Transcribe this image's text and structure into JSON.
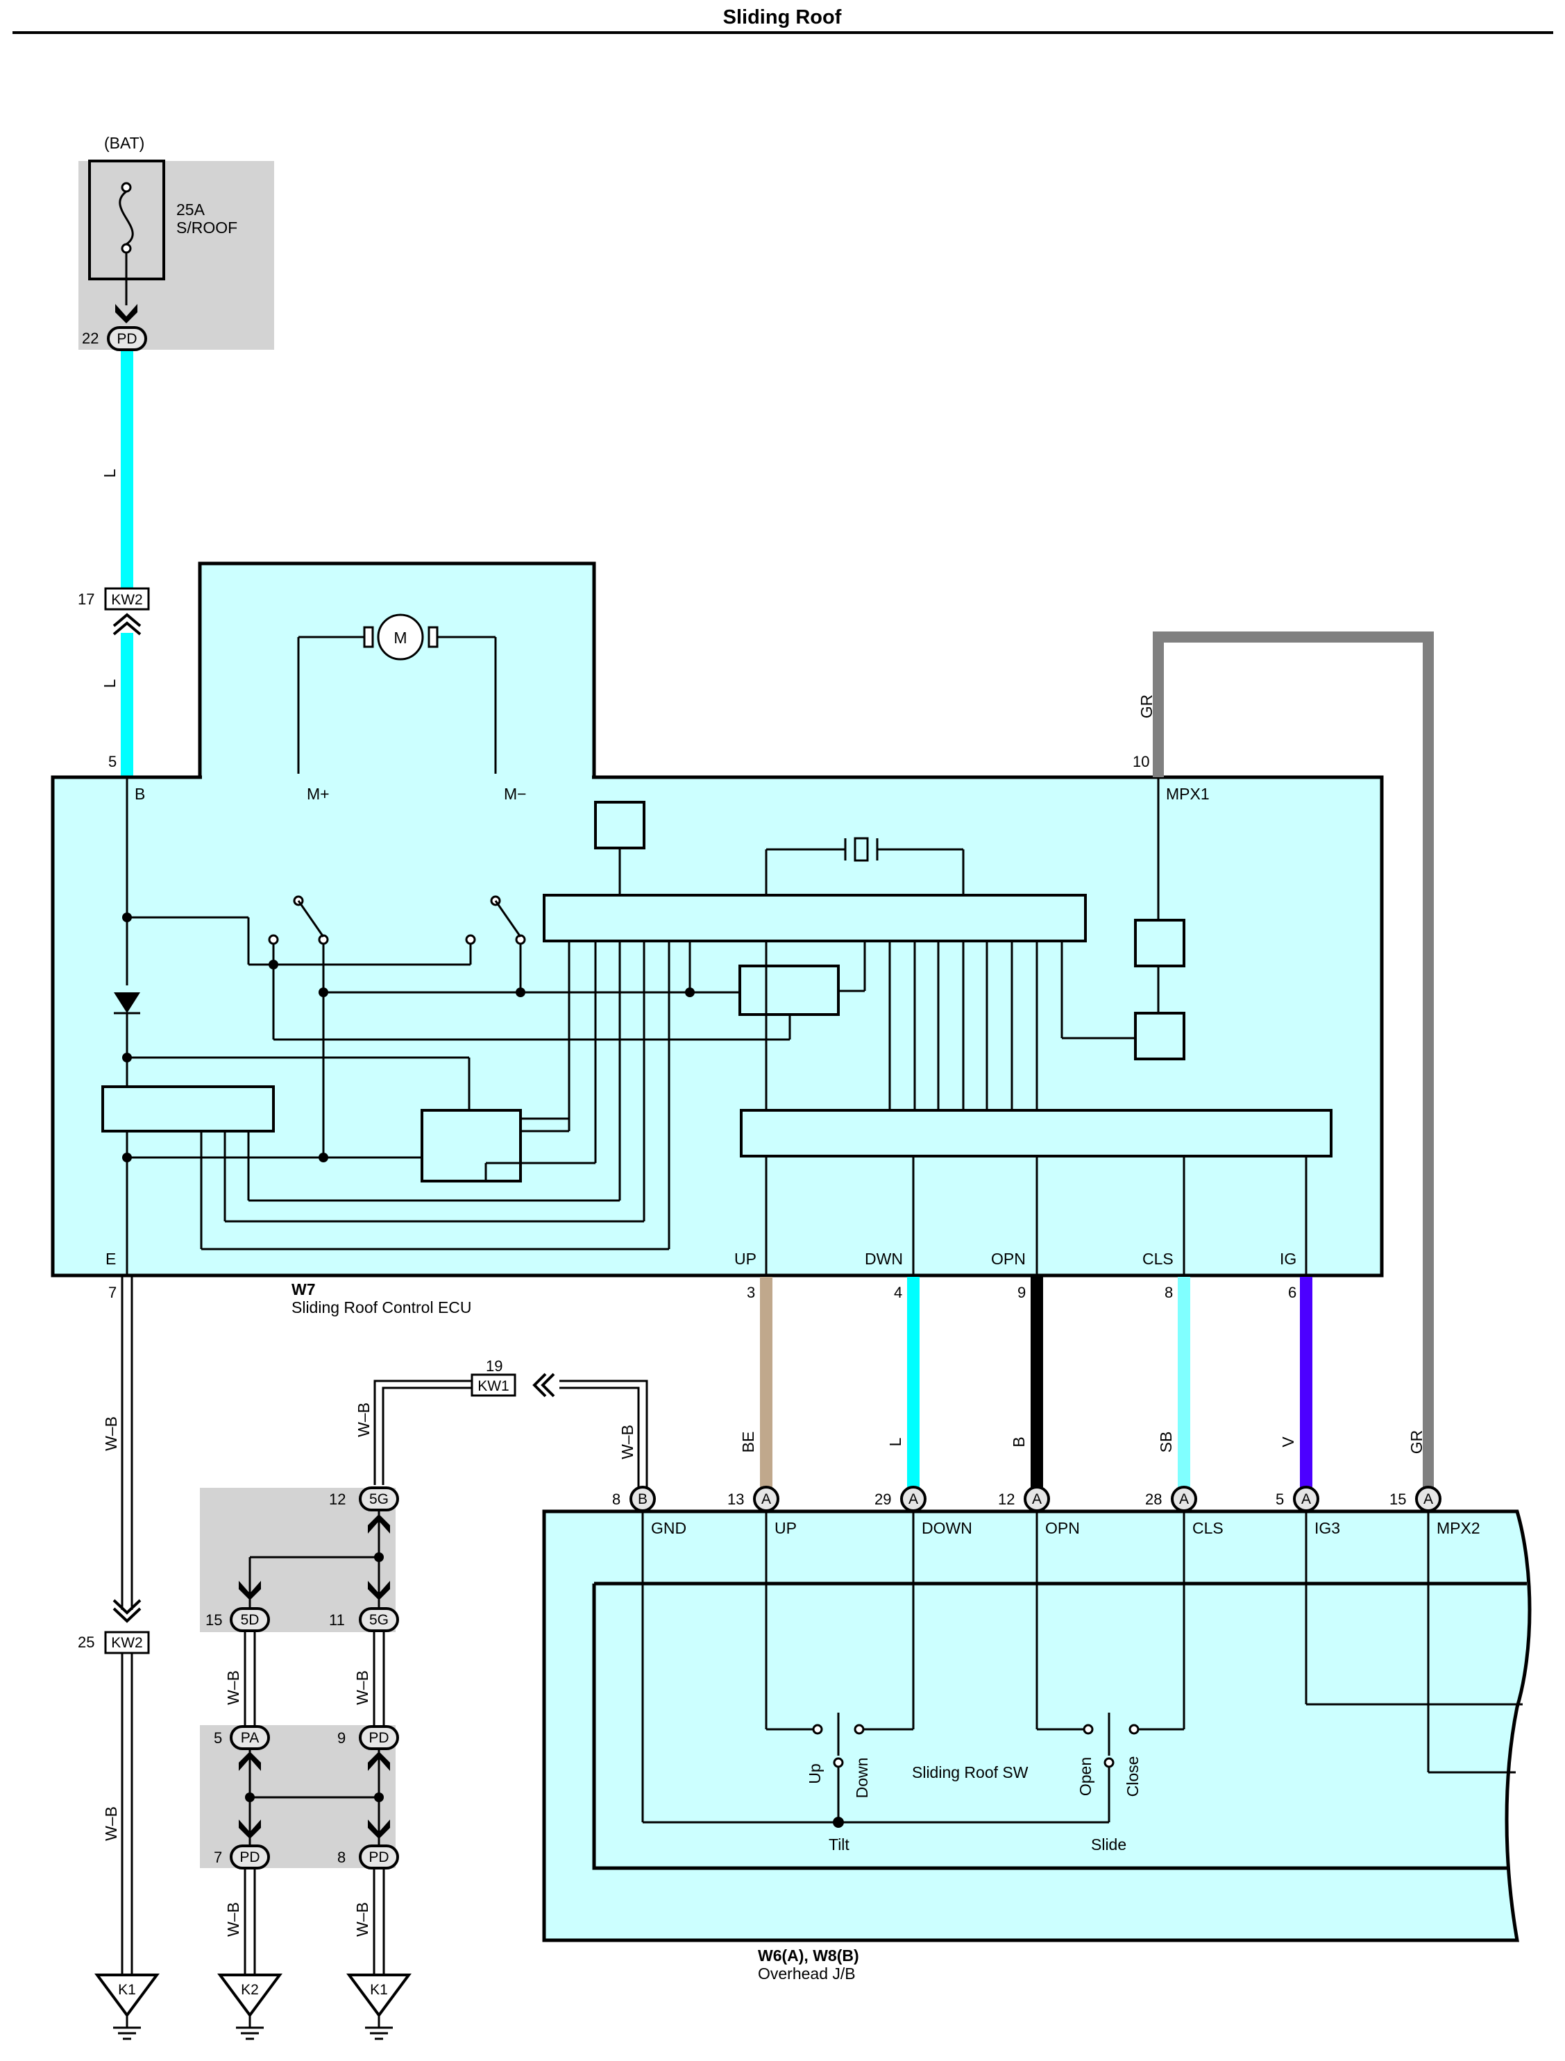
{
  "title": "Sliding Roof",
  "battery": {
    "source": "(BAT)",
    "fuse_rating": "25A",
    "fuse_name": "S/ROOF"
  },
  "ecu": {
    "code": "W7",
    "name": "Sliding Roof Control ECU",
    "motor_symbol": "M",
    "terminals": {
      "b": "B",
      "m_plus": "M+",
      "m_minus": "M−",
      "mpx1": "MPX1",
      "e": "E",
      "up": "UP",
      "dwn": "DWN",
      "opn": "OPN",
      "cls": "CLS",
      "ig": "IG"
    },
    "pins": {
      "b": "5",
      "mpx1": "10",
      "e": "7",
      "up": "3",
      "dwn": "4",
      "opn": "9",
      "cls": "8",
      "ig": "6"
    }
  },
  "jb": {
    "code": "W6(A), W8(B)",
    "name": "Overhead J/B",
    "terminals": {
      "gnd": "GND",
      "up": "UP",
      "down": "DOWN",
      "opn": "OPN",
      "cls": "CLS",
      "ig3": "IG3",
      "mpx2": "MPX2"
    },
    "pins": {
      "gnd": "8",
      "up": "13",
      "down": "29",
      "opn": "12",
      "cls": "28",
      "ig3": "5",
      "mpx2": "15"
    },
    "connector_letters": {
      "gnd": "B",
      "up": "A",
      "down": "A",
      "opn": "A",
      "cls": "A",
      "ig3": "A",
      "mpx2": "A"
    },
    "switch": {
      "name": "Sliding Roof SW",
      "up": "Up",
      "down": "Down",
      "open": "Open",
      "close": "Close",
      "tilt": "Tilt",
      "slide": "Slide"
    }
  },
  "connectors": {
    "pd_top": {
      "label": "PD",
      "pin": "22"
    },
    "kw2_top": {
      "label": "KW2",
      "pin": "17"
    },
    "kw2_bottom": {
      "label": "KW2",
      "pin": "25"
    },
    "kw1": {
      "label": "KW1",
      "pin": "19"
    },
    "c5g_top": {
      "label": "5G",
      "pin": "12"
    },
    "c5d": {
      "label": "5D",
      "pin": "15"
    },
    "c5g_bottom": {
      "label": "5G",
      "pin": "11"
    },
    "pa": {
      "label": "PA",
      "pin": "5"
    },
    "pd_mid": {
      "label": "PD",
      "pin": "9"
    },
    "pd_low_left": {
      "label": "PD",
      "pin": "7"
    },
    "pd_low_right": {
      "label": "PD",
      "pin": "8"
    }
  },
  "grounds": {
    "g1": "K1",
    "g2": "K2",
    "g3": "K1"
  },
  "wire_colors": {
    "l_top": "L",
    "l_mid": "L",
    "gr_top": "GR",
    "gr_right": "GR",
    "be": "BE",
    "l_down": "L",
    "b_opn": "B",
    "sb": "SB",
    "v": "V",
    "wb_e": "W–B",
    "wb_e2": "W–B",
    "wb_kw1_left": "W–B",
    "wb_kw1_right": "W–B",
    "wb_5d": "W–B",
    "wb_5g": "W–B",
    "wb_pd7": "W–B",
    "wb_pd8": "W–B"
  },
  "colors": {
    "panel": "#ccffff",
    "gray_block": "#d3d3d3",
    "L": "#00ffff",
    "SB": "#80ffff",
    "BE": "#c0a88c",
    "B": "#000000",
    "V": "#4c00ff",
    "GR": "#808080"
  }
}
